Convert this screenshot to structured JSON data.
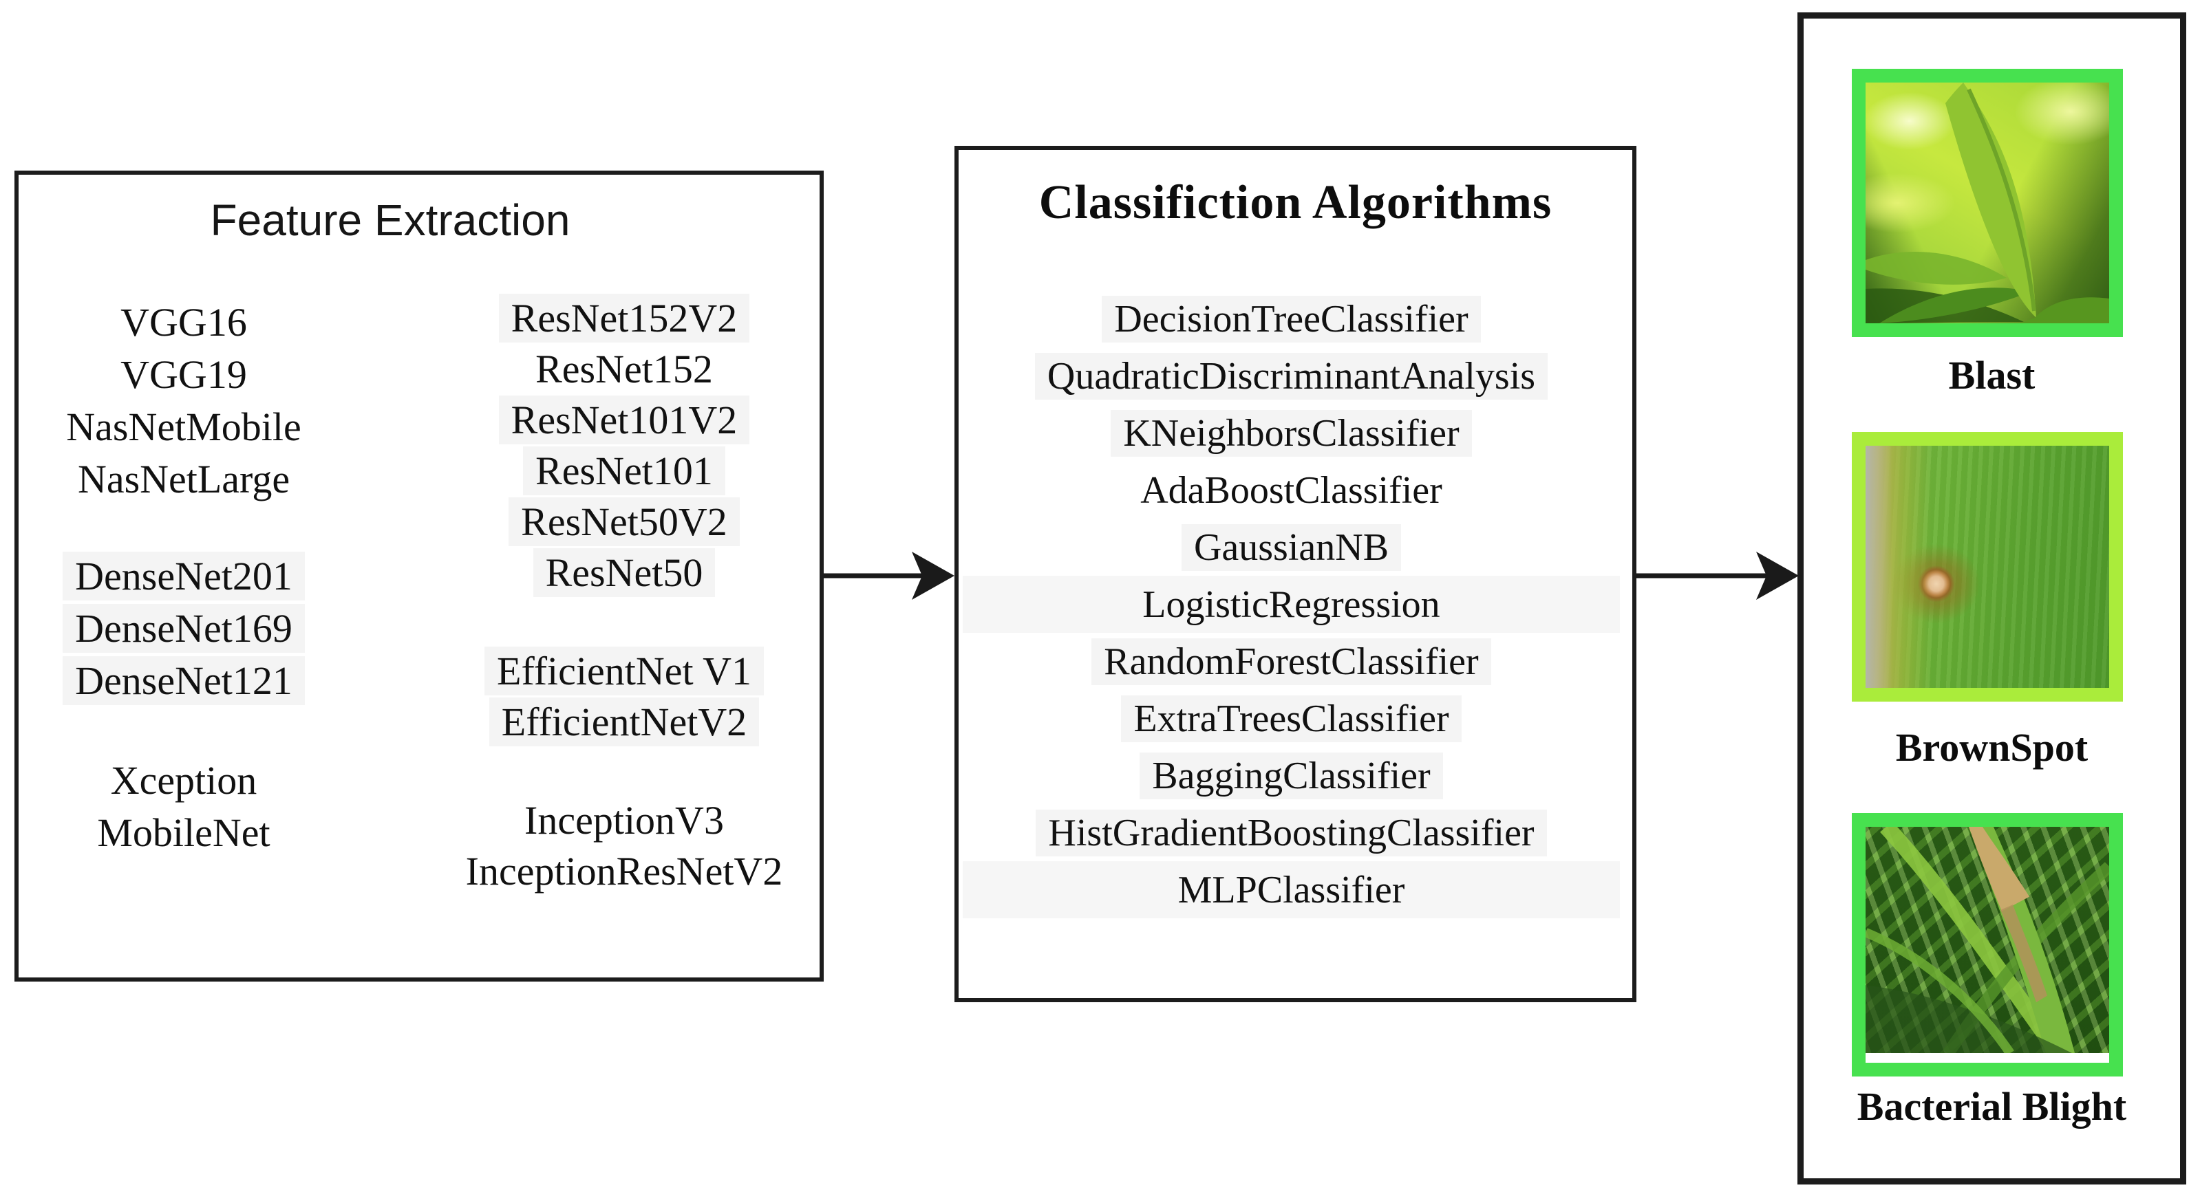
{
  "feature_box": {
    "title": "Feature Extraction",
    "left_items_a": [
      "VGG16",
      "VGG19",
      "NasNetMobile",
      "NasNetLarge"
    ],
    "left_items_b": [
      "DenseNet201",
      "DenseNet169",
      "DenseNet121"
    ],
    "left_items_c": [
      "Xception",
      "MobileNet"
    ],
    "right_items_a": [
      "ResNet152V2",
      "ResNet152",
      "ResNet101V2",
      "ResNet101",
      "ResNet50V2",
      "ResNet50"
    ],
    "right_items_b": [
      "EfficientNet V1",
      "EfficientNetV2"
    ],
    "right_items_c": [
      "InceptionV3",
      "InceptionResNetV2"
    ]
  },
  "classifier_box": {
    "title": "Classifiction Algorithms",
    "items": [
      "DecisionTreeClassifier",
      "QuadraticDiscriminantAnalysis",
      "KNeighborsClassifier",
      "AdaBoostClassifier",
      "GaussianNB",
      "LogisticRegression",
      "RandomForestClassifier",
      "ExtraTreesClassifier",
      "BaggingClassifier",
      "HistGradientBoostingClassifier",
      "MLPClassifier"
    ]
  },
  "output_box": {
    "classes": [
      {
        "label": "Blast",
        "border_color": "#47e14f"
      },
      {
        "label": "BrownSpot",
        "border_color": "#aaec3b"
      },
      {
        "label": "Bacterial Blight",
        "border_color": "#47e14f"
      }
    ]
  },
  "colors": {
    "box_border": "#1c1c1c",
    "border_green": "#47e14f",
    "border_yellow_green": "#aaec3b",
    "highlight": "#f4f4f4"
  }
}
